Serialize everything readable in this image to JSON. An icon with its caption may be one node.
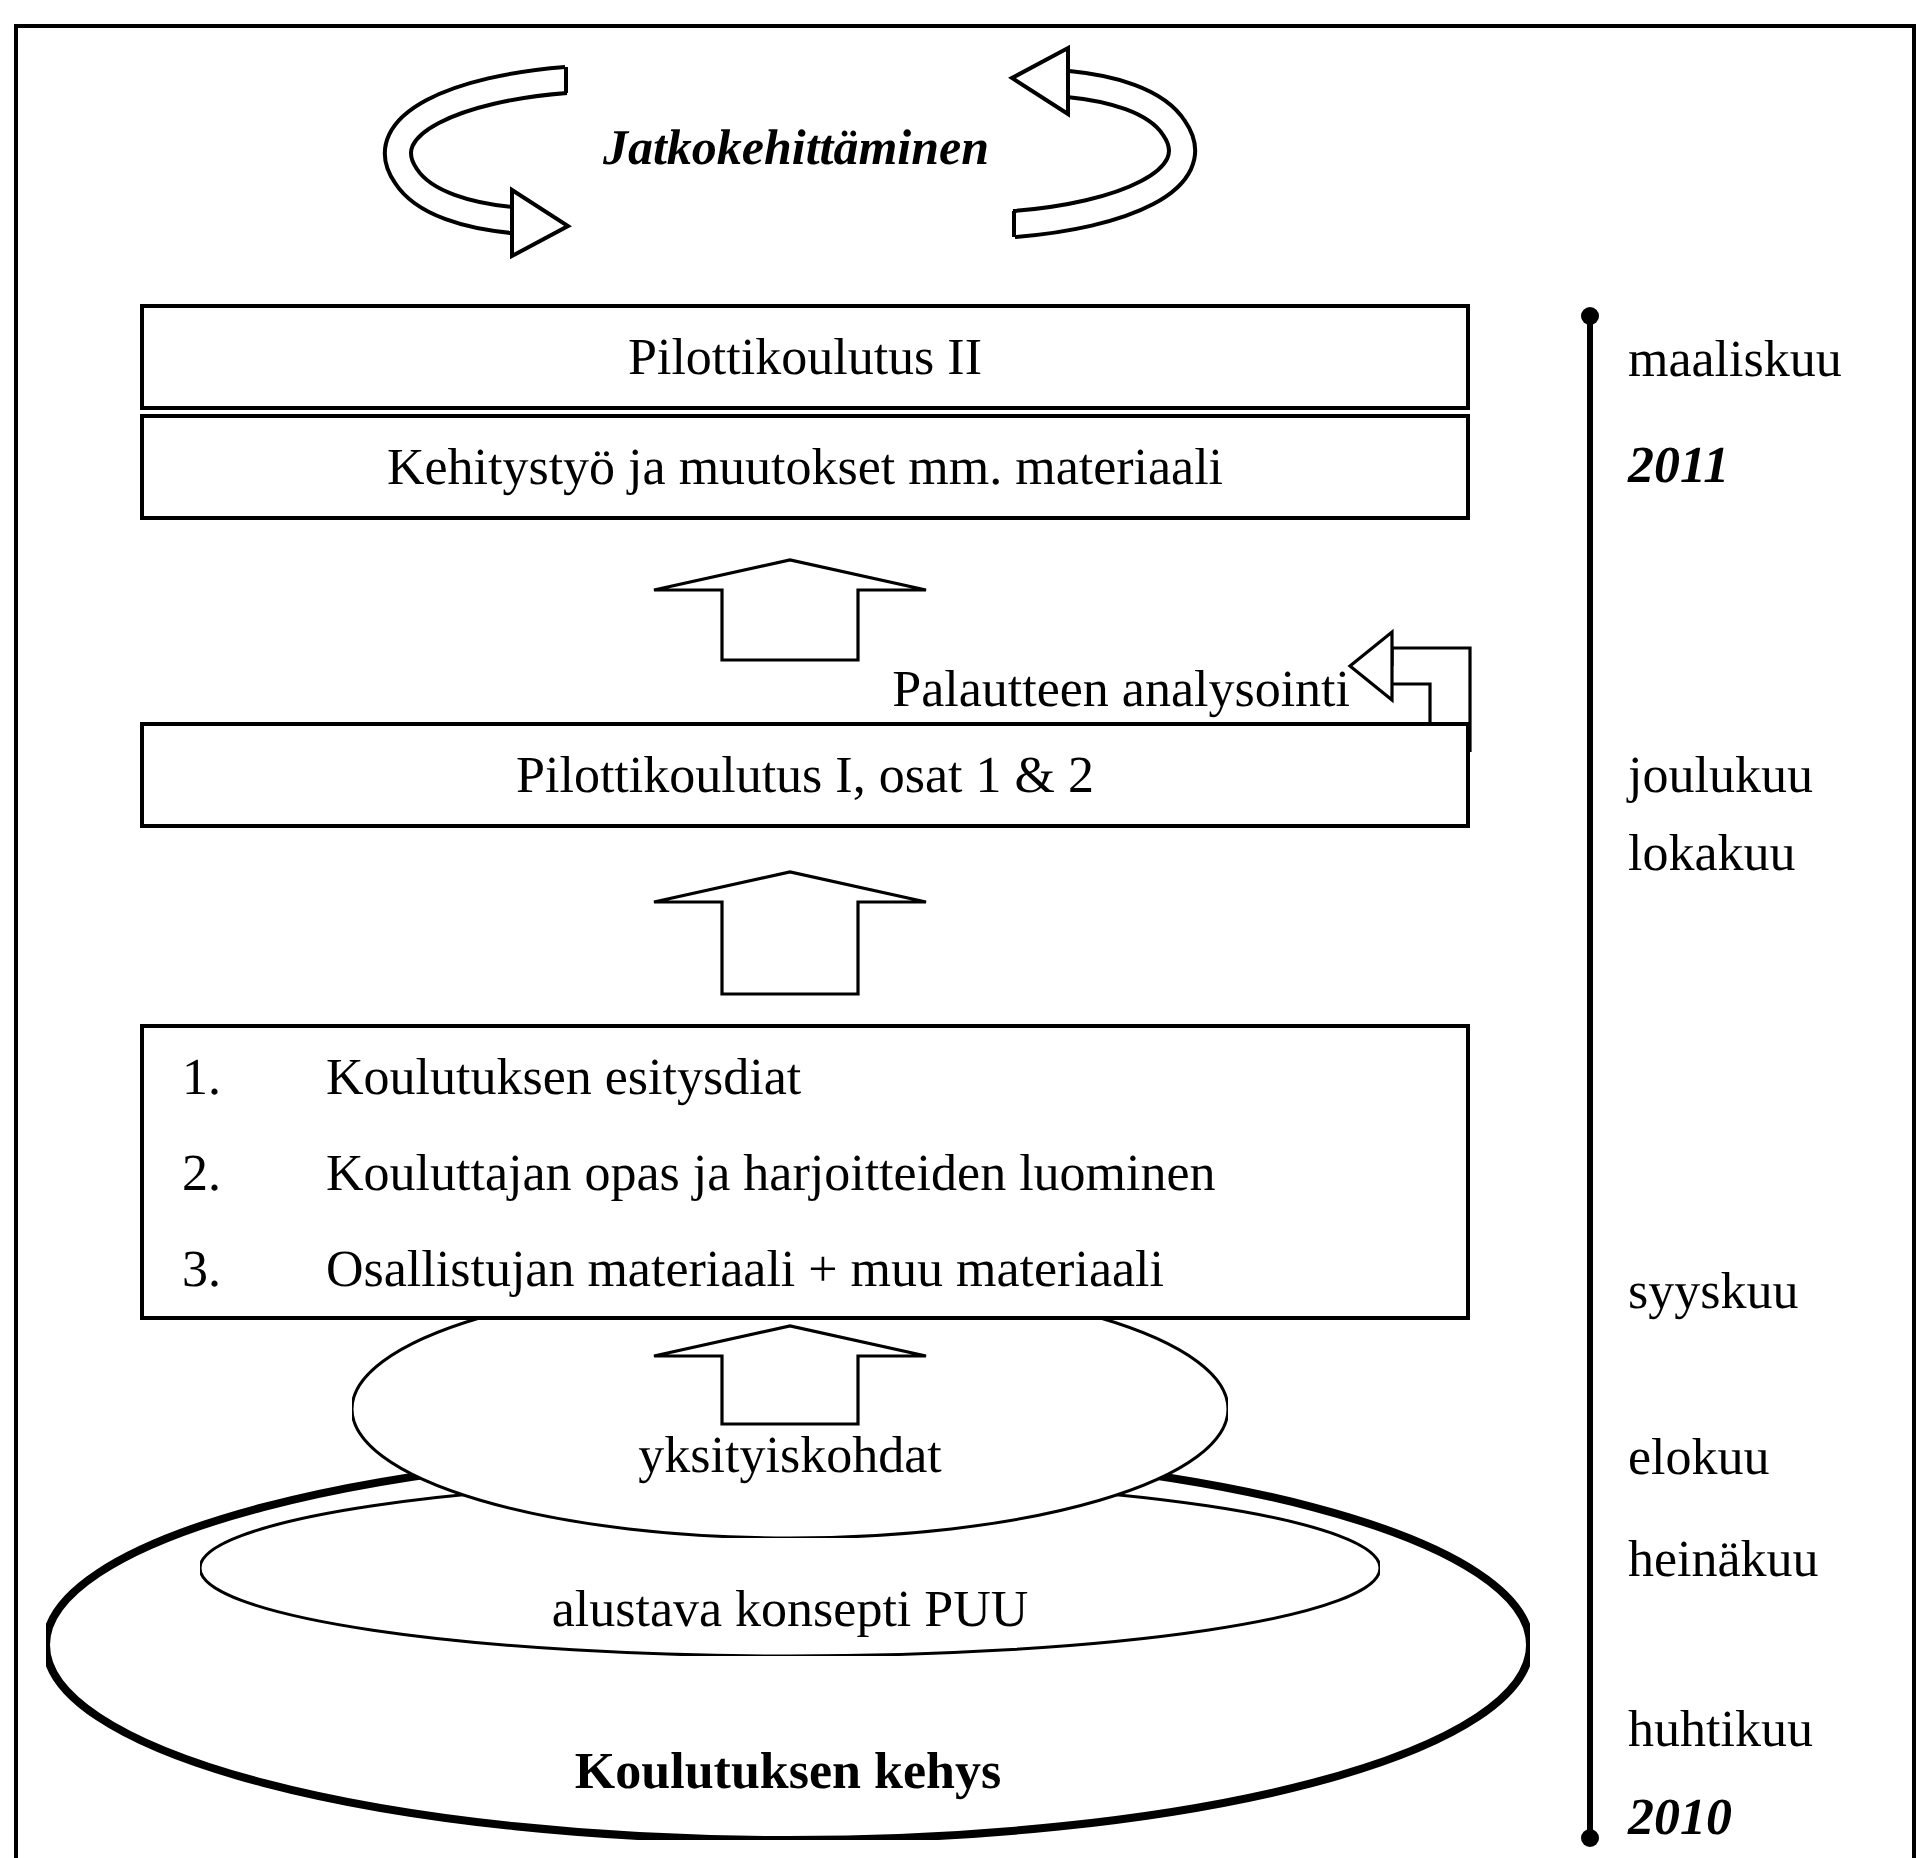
{
  "diagram": {
    "nodes": [
      {
        "text": [
          "Pilottikoulutus II"
        ]
      },
      {
        "text": [
          "Kehitystyö ja muutokset mm. materiaali"
        ]
      },
      {
        "text": [
          "Pilottikoulutus I, osat 1 & 2"
        ]
      },
      {
        "text": [
          "Palautteen analysointi"
        ]
      },
      {
        "text": [
          "1.",
          "Koulutuksen esitysdiat",
          "2.",
          "Kouluttajan opas ja harjoitteiden luominen",
          "3.",
          "Osallistujan materiaali + muu materiaali"
        ]
      },
      {
        "text": [
          "Koulutuksen kehys"
        ]
      },
      {
        "text": [
          "alustava konsepti PUU"
        ],
        "in": 5
      },
      {
        "text": [
          "yksityiskohdat"
        ]
      }
    ],
    "edges": [
      {
        "from": 2,
        "to": 1,
        "arrow": "to"
      },
      {
        "from": 2,
        "to": 3,
        "arrow": "to"
      },
      {
        "from": 4,
        "to": 2,
        "arrow": "to"
      },
      {
        "from": 7,
        "to": 4,
        "arrow": "to"
      }
    ],
    "labels": [
      "Jatkokehittäminen",
      "maaliskuu",
      "2011",
      "joulukuu",
      "lokakuu",
      "syyskuu",
      "elokuu",
      "heinäkuu",
      "huhtikuu",
      "2010"
    ]
  }
}
